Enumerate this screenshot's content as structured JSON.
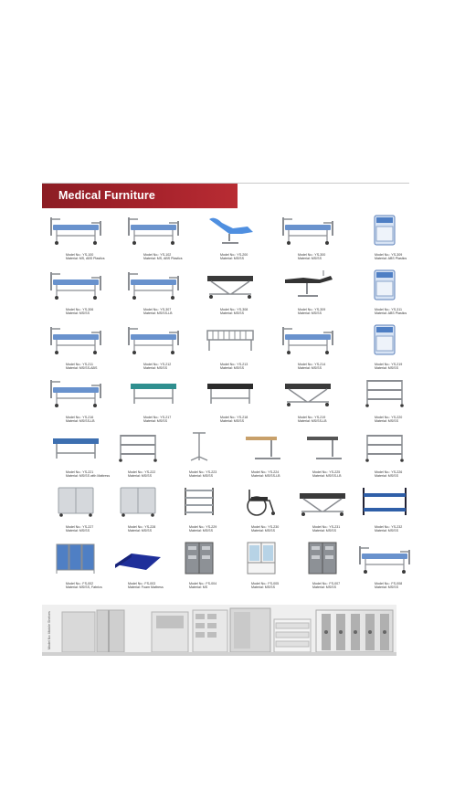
{
  "header": {
    "title": "Medical Furniture"
  },
  "rows": [
    {
      "items": [
        {
          "icon": "hospital-bed-icon",
          "model": "Model No.: YS-100",
          "material": "Material: MS, ABS Plastics"
        },
        {
          "icon": "hospital-bed-icon",
          "model": "Model No.: YS-102",
          "material": "Material: MS, ABS Plastics"
        },
        {
          "icon": "medical-chair-icon",
          "model": "Model No.: YS-200",
          "material": "Material: MS/SS"
        },
        {
          "icon": "hospital-bed-icon",
          "model": "Model No.: YS-300",
          "material": "Material: MS/SS"
        },
        {
          "icon": "bedside-cabinet-icon",
          "model": "Model No.: YS-309",
          "material": "Material: ABS Plastics"
        }
      ]
    },
    {
      "items": [
        {
          "icon": "hospital-bed-icon",
          "model": "Model No.: YS-306",
          "material": "Material: MS/SS"
        },
        {
          "icon": "hospital-bed-icon",
          "model": "Model No.: YS-307",
          "material": "Material: MS/SS-LB"
        },
        {
          "icon": "stretcher-icon",
          "model": "Model No.: YS-308",
          "material": "Material: MS/SS"
        },
        {
          "icon": "gyn-table-icon",
          "model": "Model No.: YS-309",
          "material": "Material: MS/SS"
        },
        {
          "icon": "bedside-cabinet-icon",
          "model": "Model No.: YS-311",
          "material": "Material: ABS Plastics"
        }
      ]
    },
    {
      "items": [
        {
          "icon": "hospital-bed-icon",
          "model": "Model No.: YS-211",
          "material": "Material: MS/SS-ABS"
        },
        {
          "icon": "hospital-bed-icon",
          "model": "Model No.: YS-212",
          "material": "Material: MS/SS"
        },
        {
          "icon": "bed-frame-icon",
          "model": "Model No.: YS-213",
          "material": "Material: MS/SS"
        },
        {
          "icon": "hospital-bed-icon",
          "model": "Model No.: YS-214",
          "material": "Material: MS/SS"
        },
        {
          "icon": "bedside-cabinet-icon",
          "model": "Model No.: YS-219",
          "material": "Material: MS/SS"
        }
      ]
    },
    {
      "items": [
        {
          "icon": "hospital-bed-icon",
          "model": "Model No.: YS-216",
          "material": "Material: MS/SS-LB"
        },
        {
          "icon": "exam-table-icon",
          "model": "Model No.: YS-217",
          "material": "Material: MS/SS"
        },
        {
          "icon": "exam-table-icon",
          "model": "Model No.: YS-218",
          "material": "Material: MS/SS"
        },
        {
          "icon": "stretcher-icon",
          "model": "Model No.: YS-219",
          "material": "Material: MS/SS-LB"
        },
        {
          "icon": "trolley-icon",
          "model": "Model No.: YS-220",
          "material": "Material: MS/SS"
        }
      ]
    },
    {
      "items": [
        {
          "icon": "exam-table-icon",
          "model": "Model No.: YS-221",
          "material": "Material: MS/SS with Mattress"
        },
        {
          "icon": "trolley-icon",
          "model": "Model No.: YS-222",
          "material": "Material: MS/SS"
        },
        {
          "icon": "iv-stand-icon",
          "model": "Model No.: YS-223",
          "material": "Material: MS/SS"
        },
        {
          "icon": "overbed-table-icon",
          "model": "Model No.: YS-224",
          "material": "Material: MS/SS-LB"
        },
        {
          "icon": "overbed-table-icon",
          "model": "Model No.: YS-225",
          "material": "Material: MS/SS-LB"
        },
        {
          "icon": "trolley-icon",
          "model": "Model No.: YS-226",
          "material": "Material: MS/SS"
        }
      ]
    },
    {
      "items": [
        {
          "icon": "cabinet-cart-icon",
          "model": "Model No.: YS-227",
          "material": "Material: MS/SS"
        },
        {
          "icon": "cabinet-cart-icon",
          "model": "Model No.: YS-228",
          "material": "Material: MS/SS"
        },
        {
          "icon": "shelf-rack-icon",
          "model": "Model No.: YS-229",
          "material": "Material: MS/SS"
        },
        {
          "icon": "wheelchair-icon",
          "model": "Model No.: YS-230",
          "material": "Material: MS/SS"
        },
        {
          "icon": "stretcher-icon",
          "model": "Model No.: YS-231",
          "material": "Material: MS/SS"
        },
        {
          "icon": "bunk-bed-icon",
          "model": "Model No.: YS-232",
          "material": "Material: MS/SS"
        }
      ]
    },
    {
      "items": [
        {
          "icon": "folding-screen-icon",
          "model": "Model No.: FS-002",
          "material": "Material: MS/SS, Fabrics"
        },
        {
          "icon": "folding-mattress-icon",
          "model": "Model No.: FS-003",
          "material": "Material: Foam Mattress"
        },
        {
          "icon": "steel-locker-icon",
          "model": "Model No.: FS-004",
          "material": "Material: MS"
        },
        {
          "icon": "glass-cabinet-icon",
          "model": "Model No.: FS-005",
          "material": "Material: MS/SS"
        },
        {
          "icon": "steel-locker-icon",
          "model": "Model No.: FS-007",
          "material": "Material: MS/SS"
        },
        {
          "icon": "hospital-bed-icon",
          "model": "Model No.: FS-008",
          "material": "Material: MS/SS"
        }
      ]
    }
  ],
  "storage_strip": {
    "tag": "Model No: Mobile Shelves"
  },
  "colors": {
    "banner": "#a8232c",
    "frame": "#8a8d92",
    "mattress_blue": "#4f7fc4",
    "mattress_teal": "#2f8f8f",
    "dark": "#3a3a3a"
  }
}
